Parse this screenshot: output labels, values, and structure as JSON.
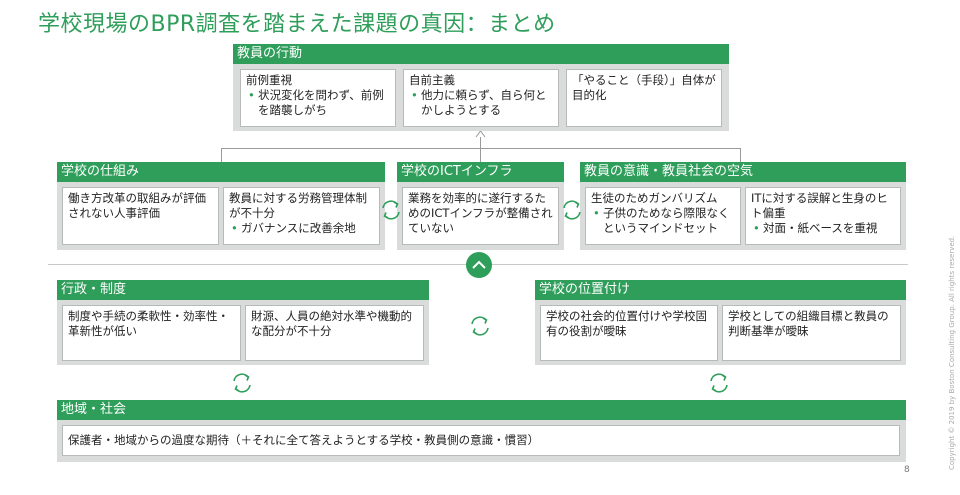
{
  "title": "学校現場のBPR調査を踏まえた課題の真因：まとめ",
  "teacher_behavior": {
    "header": "教員の行動",
    "cells": [
      {
        "title": "前例重視",
        "bullet": "状況変化を問わず、前例を踏襲しがち"
      },
      {
        "title": "自前主義",
        "bullet": "他力に頼らず、自ら何とかしようとする"
      },
      {
        "title": "「やること（手段）」自体が目的化",
        "bullet": ""
      }
    ]
  },
  "school_system": {
    "header": "学校の仕組み",
    "cells": [
      {
        "title": "働き方改革の取組みが評価されない人事評価",
        "bullet": ""
      },
      {
        "title": "教員に対する労務管理体制が不十分",
        "bullet": "ガバナンスに改善余地"
      }
    ]
  },
  "school_ict": {
    "header": "学校のICTインフラ",
    "cells": [
      {
        "title": "業務を効率的に遂行するためのICTインフラが整備されていない",
        "bullet": ""
      }
    ]
  },
  "teacher_awareness": {
    "header": "教員の意識・教員社会の空気",
    "cells": [
      {
        "title": "生徒のためガンバリズム",
        "bullet": "子供のためなら際限なくというマインドセット"
      },
      {
        "title": "ITに対する誤解と生身のヒト偏重",
        "bullet": "対面・紙ベースを重視"
      }
    ]
  },
  "administration": {
    "header": "行政・制度",
    "cells": [
      {
        "title": "制度や手続の柔軟性・効率性・革新性が低い",
        "bullet": ""
      },
      {
        "title": "財源、人員の絶対水準や機動的な配分が不十分",
        "bullet": ""
      }
    ]
  },
  "school_position": {
    "header": "学校の位置付け",
    "cells": [
      {
        "title": "学校の社会的位置付けや学校固有の役割が曖昧",
        "bullet": ""
      },
      {
        "title": "学校としての組織目標と教員の判断基準が曖昧",
        "bullet": ""
      }
    ]
  },
  "community": {
    "header": "地域・社会",
    "cells": [
      {
        "title": "保護者・地域からの過度な期待（＋それに全て答えようとする学校・教員側の意識・慣習）",
        "bullet": ""
      }
    ]
  },
  "page_number": "8",
  "copyright": "Copyright © 2019 by Boston Consulting Group. All rights reserved.",
  "colors": {
    "accent": "#2e9e5a",
    "panel": "#d9dcda"
  },
  "icons": {
    "cycle": "cycle-arrows-icon",
    "up": "chevron-up-icon",
    "arrow": "arrow-up-icon"
  }
}
